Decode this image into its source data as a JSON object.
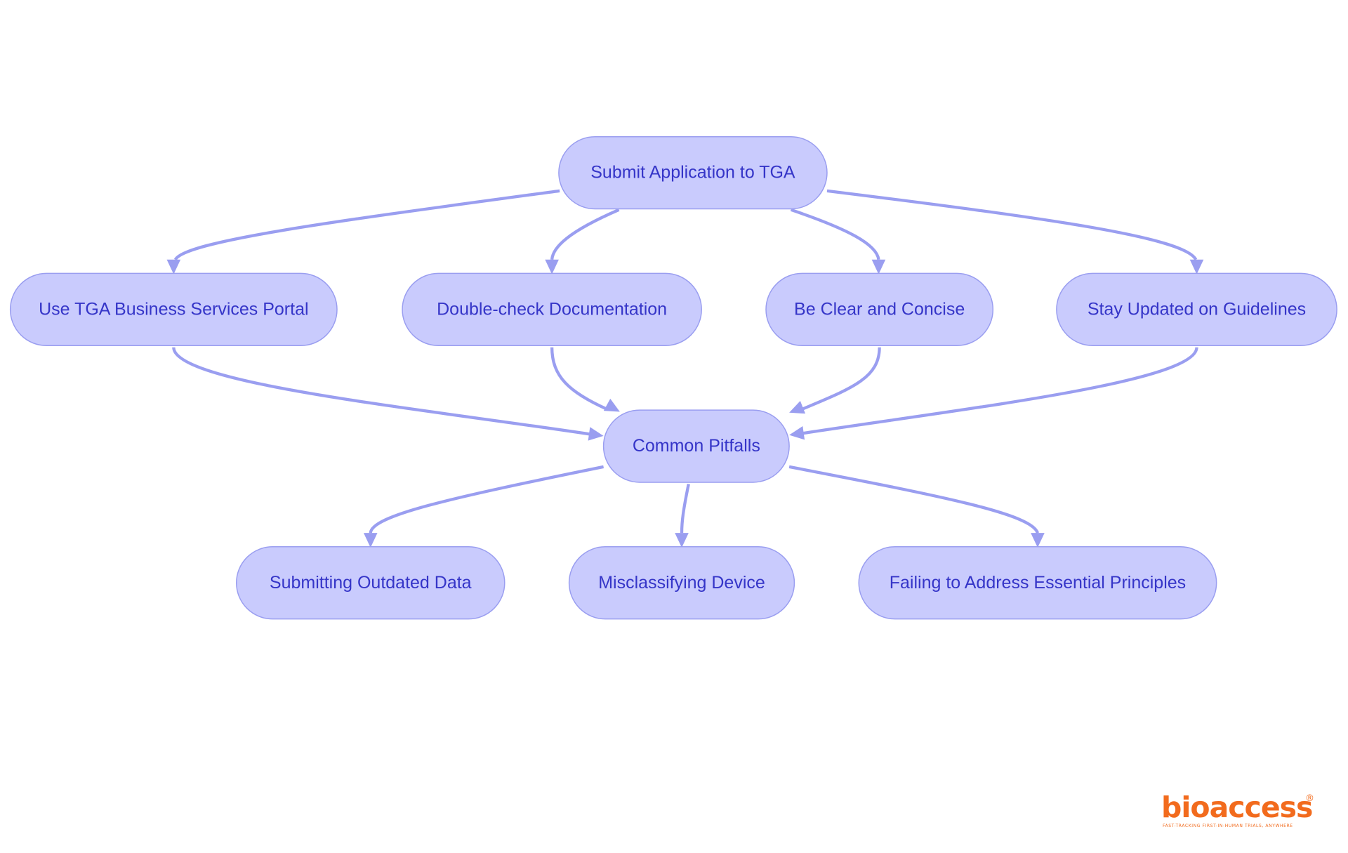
{
  "diagram": {
    "nodes": [
      {
        "id": "submit",
        "label": "Submit Application to TGA"
      },
      {
        "id": "portal",
        "label": "Use TGA Business Services Portal"
      },
      {
        "id": "double",
        "label": "Double-check Documentation"
      },
      {
        "id": "clear",
        "label": "Be Clear and Concise"
      },
      {
        "id": "stay",
        "label": "Stay Updated on Guidelines"
      },
      {
        "id": "pitfalls",
        "label": "Common Pitfalls"
      },
      {
        "id": "outdated",
        "label": "Submitting Outdated Data"
      },
      {
        "id": "misclass",
        "label": "Misclassifying Device"
      },
      {
        "id": "failing",
        "label": "Failing to Address Essential Principles"
      }
    ],
    "edges": [
      {
        "from": "submit",
        "to": "portal"
      },
      {
        "from": "submit",
        "to": "double"
      },
      {
        "from": "submit",
        "to": "clear"
      },
      {
        "from": "submit",
        "to": "stay"
      },
      {
        "from": "portal",
        "to": "pitfalls"
      },
      {
        "from": "double",
        "to": "pitfalls"
      },
      {
        "from": "clear",
        "to": "pitfalls"
      },
      {
        "from": "stay",
        "to": "pitfalls"
      },
      {
        "from": "pitfalls",
        "to": "outdated"
      },
      {
        "from": "pitfalls",
        "to": "misclass"
      },
      {
        "from": "pitfalls",
        "to": "failing"
      }
    ]
  },
  "logo": {
    "wordmark": "bioaccess",
    "registered": "®",
    "tagline": "FAST-TRACKING FIRST-IN-HUMAN TRIALS, ANYWHERE",
    "color": "#f26b1d"
  },
  "colors": {
    "node_fill": "#c9cbfd",
    "node_stroke": "#9a9ef0",
    "node_text": "#3535c8",
    "edge": "#9a9ef0"
  }
}
